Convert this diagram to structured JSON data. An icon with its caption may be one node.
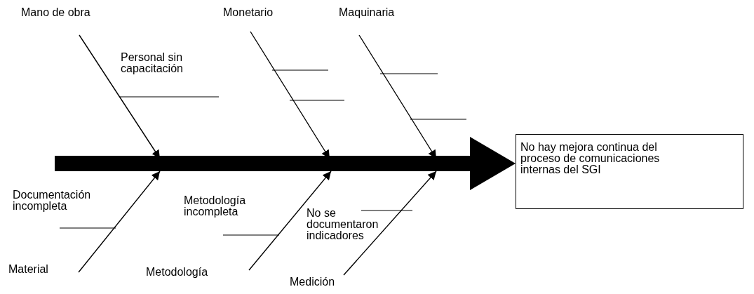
{
  "diagram": {
    "nodes": [
      {
        "text": [
          "Mano de obra"
        ]
      },
      {
        "text": [
          "Monetario"
        ]
      },
      {
        "text": [
          "Maquinaria"
        ]
      },
      {
        "text": [
          "No hay mejora continua del proceso de comunicaciones internas del SGI"
        ]
      },
      {
        "text": [
          "Material"
        ]
      },
      {
        "text": [
          "Metodología"
        ]
      },
      {
        "text": [
          "Medición"
        ]
      }
    ],
    "edges": [
      {
        "from": 0,
        "to": null,
        "arrow": "to"
      },
      {
        "from": 1,
        "to": null,
        "arrow": "to"
      },
      {
        "from": 2,
        "to": null,
        "arrow": "to"
      },
      {
        "from": null,
        "to": 3,
        "arrow": "to",
        "style": "thick"
      },
      {
        "from": 4,
        "to": null,
        "arrow": "to"
      },
      {
        "from": 5,
        "to": null,
        "arrow": "to"
      },
      {
        "from": 6,
        "to": null,
        "arrow": "to"
      }
    ],
    "labels": [
      "Personal sin capacitación",
      "Documentación incompleta",
      "Metodología incompleta",
      "No se documentaron indicadores"
    ]
  }
}
